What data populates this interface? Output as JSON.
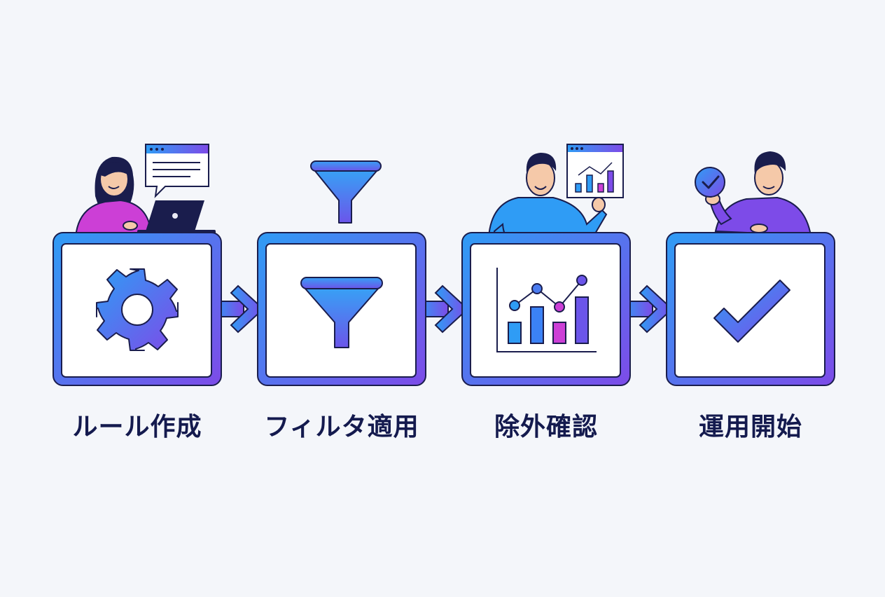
{
  "steps": [
    {
      "label": "ルール作成",
      "icon": "gear-icon"
    },
    {
      "label": "フィルタ適用",
      "icon": "funnel-icon"
    },
    {
      "label": "除外確認",
      "icon": "chart-icon"
    },
    {
      "label": "運用開始",
      "icon": "checkmark-icon"
    }
  ],
  "colors": {
    "background": "#f4f6fa",
    "gradient_start": "#2f9cf5",
    "gradient_end": "#7d4be8",
    "outline": "#1a1d4d",
    "label_text": "#141a4e",
    "magenta": "#cc3fd6"
  }
}
